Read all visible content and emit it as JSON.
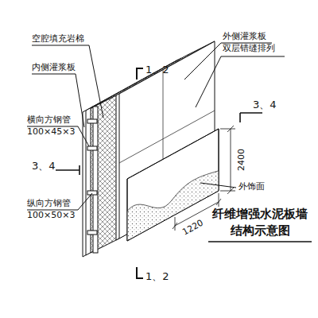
{
  "diagram": {
    "title": "纤维增强水泥板墙 结构示意图",
    "labels": [
      "空腔填充岩棉",
      "外侧灌浆板 双层错缝排列",
      "1、2",
      "内侧灌浆板",
      "3、4",
      "外饰面",
      "2400",
      "横向方钢管 100×45×3",
      "3、4",
      "纵向方钢管 100×50×3",
      "1220",
      "1、2"
    ]
  }
}
